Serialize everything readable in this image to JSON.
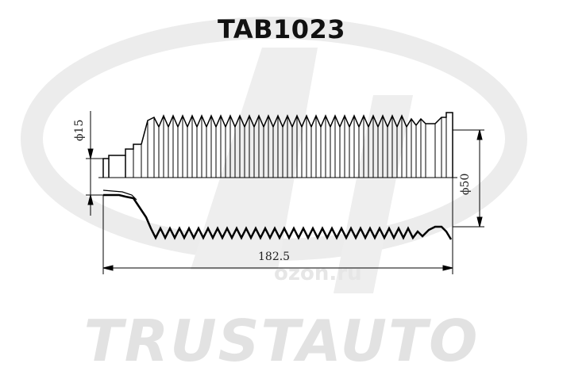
{
  "part_number": "TAB1023",
  "brand": "TRUSTAUTO",
  "watermark_site": "ozon.ru",
  "dimensions": {
    "length": "182.5",
    "small_diameter": "ϕ15",
    "large_diameter": "ϕ50"
  },
  "colors": {
    "line": "#000000",
    "watermark": "#e2e2e2"
  }
}
